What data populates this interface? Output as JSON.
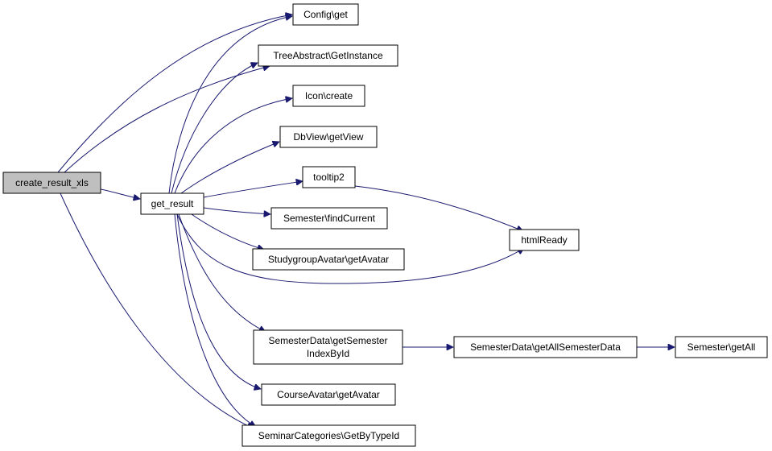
{
  "graph": {
    "edge_color": "#191970",
    "root_fill": "#bfbfbf",
    "nodes": {
      "create_result_xls": [
        "create_result_xls"
      ],
      "get_result": [
        "get_result"
      ],
      "config_get": [
        "Config\\get"
      ],
      "tree_get_instance": [
        "TreeAbstract\\GetInstance"
      ],
      "icon_create": [
        "Icon\\create"
      ],
      "dbview_get_view": [
        "DbView\\getView"
      ],
      "tooltip2": [
        "tooltip2"
      ],
      "semester_find_current": [
        "Semester\\findCurrent"
      ],
      "studygroup_get_avatar": [
        "StudygroupAvatar\\getAvatar"
      ],
      "html_ready": [
        "htmlReady"
      ],
      "semesterdata_get_semester_index": [
        "SemesterData\\getSemester",
        "IndexById"
      ],
      "semesterdata_get_all": [
        "SemesterData\\getAllSemesterData"
      ],
      "semester_get_all": [
        "Semester\\getAll"
      ],
      "courseavatar_get_avatar": [
        "CourseAvatar\\getAvatar"
      ],
      "seminar_categories_get_by_type": [
        "SeminarCategories\\GetByTypeId"
      ]
    }
  }
}
